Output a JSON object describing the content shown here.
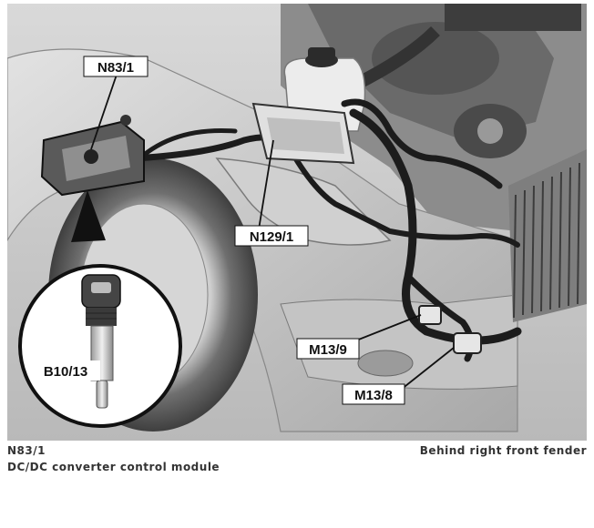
{
  "labels": {
    "n83_1": "N83/1",
    "n129_1": "N129/1",
    "b10_13": "B10/13",
    "m13_9": "M13/9",
    "m13_8": "M13/8"
  },
  "caption": {
    "code": "N83/1",
    "description": "DC/DC converter control module",
    "location": "Behind right front fender"
  }
}
